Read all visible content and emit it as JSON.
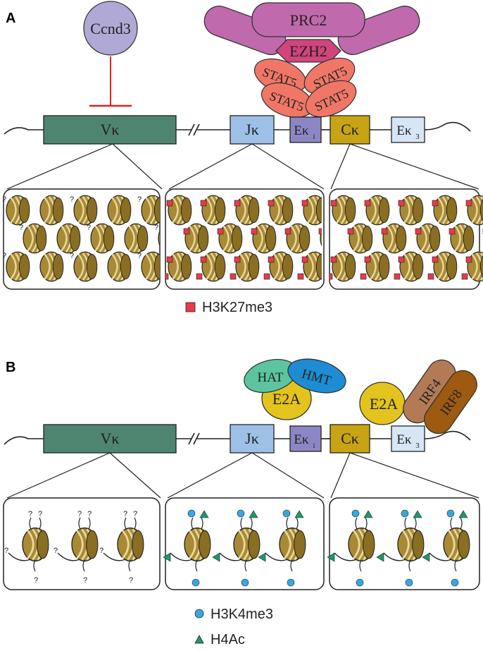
{
  "panelA": {
    "letter": "A",
    "ccnd3": "Ccnd3",
    "prc2": "PRC2",
    "ezh2": "EZH2",
    "stat5": [
      "STAT5",
      "STAT5",
      "STAT5",
      "STAT5"
    ],
    "segments": {
      "v": "Vκ",
      "j": "Jκ",
      "ei": "Eκ",
      "ei_sub": "i",
      "c": "Cκ",
      "e3": "Eκ",
      "e3_sub": "3"
    },
    "legend": {
      "h3k27me3": "H3K27me3"
    }
  },
  "panelB": {
    "letter": "B",
    "hat": "HAT",
    "hmt": "HMT",
    "e2a_left": "E2A",
    "e2a_right": "E2A",
    "irf4": "IRF4",
    "irf8": "IRF8",
    "segments": {
      "v": "Vκ",
      "j": "Jκ",
      "ei": "Eκ",
      "ei_sub": "i",
      "c": "Cκ",
      "e3": "Eκ",
      "e3_sub": "3"
    },
    "legend": {
      "h3k4me3": "H3K4me3",
      "h4ac": "H4Ac"
    }
  },
  "colors": {
    "v_segment": "#4e8570",
    "j_segment": "#9ec0e6",
    "ei_segment": "#8c87c4",
    "c_segment": "#c8a414",
    "e3_segment": "#d6e6f5",
    "ccnd3": "#b0a9d6",
    "prc2": "#c069ad",
    "ezh2": "#d2457c",
    "stat5": "#f07767",
    "hat": "#5cc5a0",
    "hmt": "#1e8cd2",
    "e2a": "#e3c41e",
    "irf4": "#b37a55",
    "irf8": "#9e5a10",
    "nucleosome": "#a98a34",
    "h3k27me3": "#e83a48",
    "h3k4me3": "#35a8e0",
    "h4ac": "#1a9b6a",
    "inhibit": "#e02020"
  }
}
